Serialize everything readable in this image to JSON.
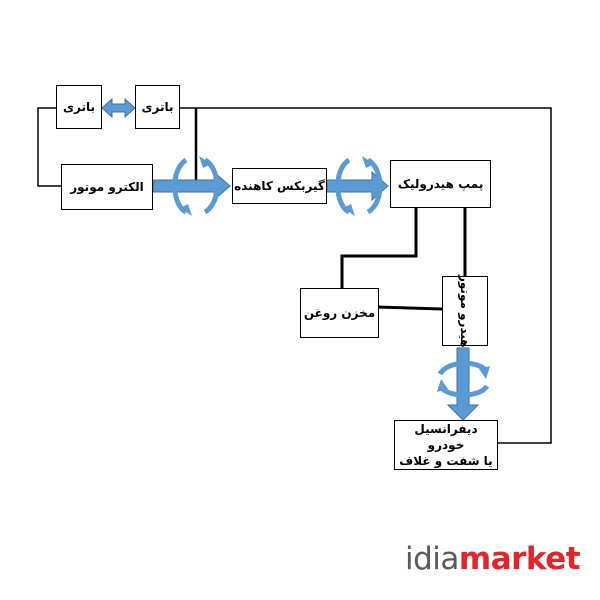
{
  "blocks": {
    "battery_left": "باتری",
    "battery_right": "باتری",
    "electric_motor": "الکترو موتور",
    "reduction_gearbox": "گیربکس کاهنده",
    "hydraulic_pump": "پمپ هیدرولیک",
    "oil_reservoir": "مخزن روغن",
    "hydraulic_motor": "هیدرو موتور",
    "differential": "دیفرانسیل خودرو\nیا شفت و غلاف"
  },
  "logo": {
    "part1": "idia",
    "part2": "market"
  },
  "colors": {
    "arrow_fill": "#5b9bd5",
    "arrow_stroke": "#41719c",
    "line": "#000000",
    "logo_red": "#e3242b",
    "logo_gray": "#5a5a5a"
  }
}
